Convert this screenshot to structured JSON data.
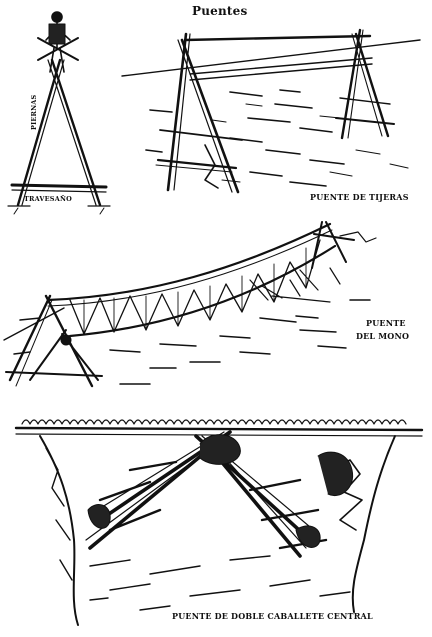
{
  "title": "Puentes",
  "labels": {
    "piernas": "PIERNAS",
    "travesano": "TRAVESAÑO",
    "tijeras": "PUENTE DE TIJERAS",
    "mono_line1": "PUENTE",
    "mono_line2": "DEL MONO",
    "doble": "PUENTE DE DOBLE CABALLETE CENTRAL"
  },
  "colors": {
    "ink": "#111111",
    "paper": "#ffffff"
  }
}
